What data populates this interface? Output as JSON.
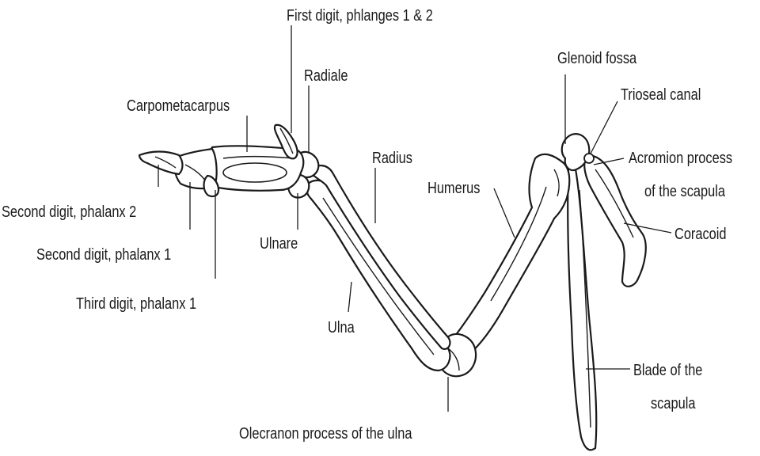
{
  "labels": {
    "first_digit": "First digit, phlanges 1 & 2",
    "radiale": "Radiale",
    "carpometacarpus": "Carpometacarpus",
    "radius": "Radius",
    "humerus": "Humerus",
    "glenoid_fossa": "Glenoid fossa",
    "trioseal_canal": "Trioseal canal",
    "acromion_line1": "Acromion process",
    "acromion_line2": "of the scapula",
    "coracoid": "Coracoid",
    "second_digit_p2": "Second digit, phalanx 2",
    "second_digit_p1": "Second digit, phalanx 1",
    "ulnare": "Ulnare",
    "third_digit_p1": "Third digit, phalanx 1",
    "ulna": "Ulna",
    "blade_line1": "Blade of the",
    "blade_line2": "scapula",
    "olecranon": "Olecranon process of the ulna"
  }
}
